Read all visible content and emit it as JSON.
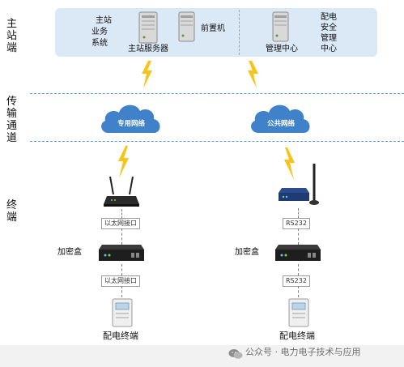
{
  "side_labels": {
    "master": "主站端",
    "channel": "传输通道",
    "terminal": "终端"
  },
  "master": {
    "business_system": [
      "主站",
      "业务",
      "系统"
    ],
    "main_server": "主站服务器",
    "front_machine": "前置机",
    "management_center": "管理中心",
    "security_center": [
      "配电",
      "安全",
      "管理",
      "中心"
    ]
  },
  "channels": {
    "private": "专用网络",
    "public": "公共网络"
  },
  "left_terminal": {
    "interface_top": "以太网接口",
    "encryption_box": "加密盒",
    "interface_bottom": "以太网接口",
    "terminal": "配电终端"
  },
  "right_terminal": {
    "interface_top": "RS232",
    "encryption_box": "加密盒",
    "interface_bottom": "RS232",
    "terminal": "配电终端"
  },
  "watermark": "公众号 · 电力电子技术与应用",
  "colors": {
    "panel": "#dbe8f6",
    "cloud": "#3f82c9",
    "lightning": "#f7c51a",
    "dash": "#5b9bd5"
  }
}
